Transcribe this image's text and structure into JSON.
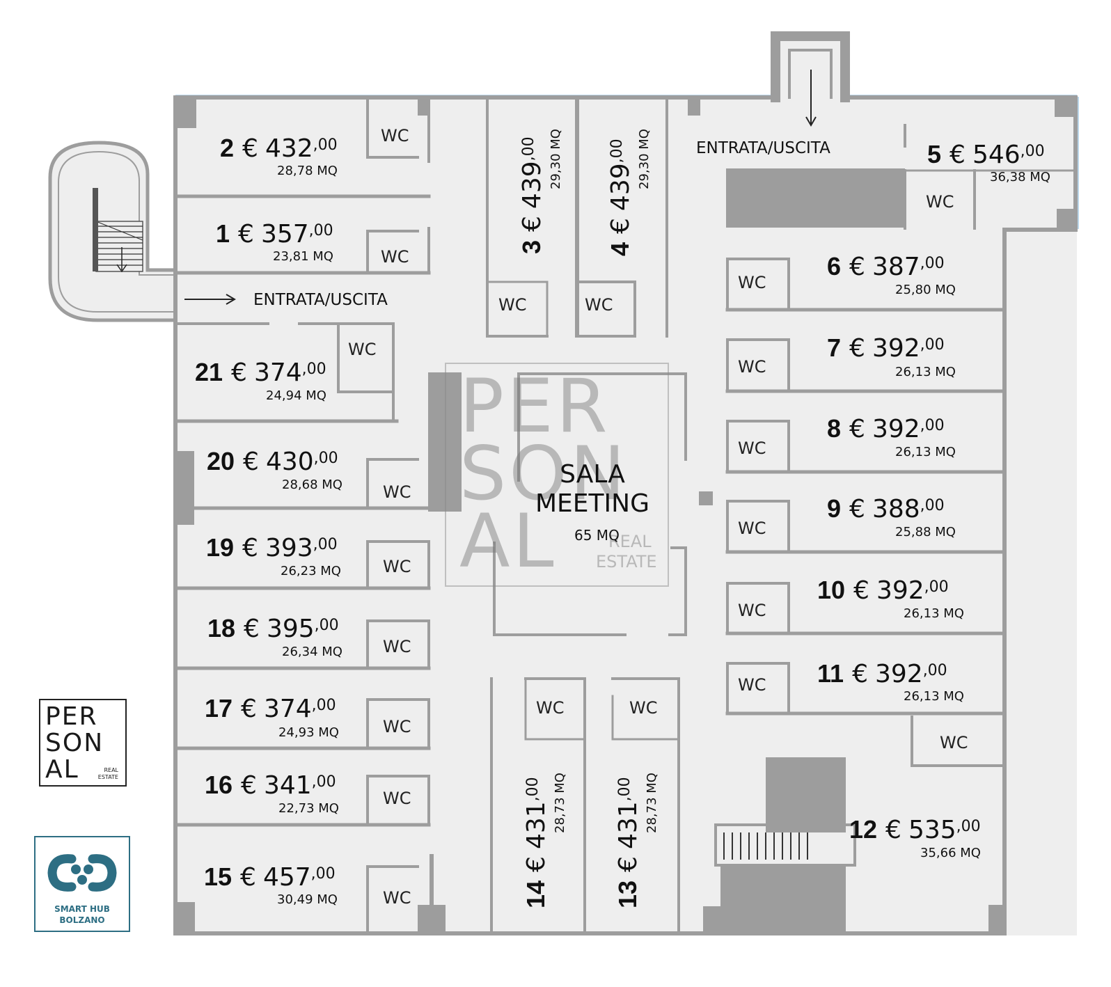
{
  "units": [
    {
      "id": "unit-1",
      "num": "1",
      "price": "357",
      "cents": ",00",
      "area": "23,81 MQ"
    },
    {
      "id": "unit-2",
      "num": "2",
      "price": "432",
      "cents": ",00",
      "area": "28,78 MQ"
    },
    {
      "id": "unit-3",
      "num": "3",
      "price": "439",
      "cents": ",00",
      "area": "29,30 MQ"
    },
    {
      "id": "unit-4",
      "num": "4",
      "price": "439",
      "cents": ",00",
      "area": "29,30 MQ"
    },
    {
      "id": "unit-5",
      "num": "5",
      "price": "546",
      "cents": ",00",
      "area": "36,38 MQ"
    },
    {
      "id": "unit-6",
      "num": "6",
      "price": "387",
      "cents": ",00",
      "area": "25,80 MQ"
    },
    {
      "id": "unit-7",
      "num": "7",
      "price": "392",
      "cents": ",00",
      "area": "26,13 MQ"
    },
    {
      "id": "unit-8",
      "num": "8",
      "price": "392",
      "cents": ",00",
      "area": "26,13 MQ"
    },
    {
      "id": "unit-9",
      "num": "9",
      "price": "388",
      "cents": ",00",
      "area": "25,88 MQ"
    },
    {
      "id": "unit-10",
      "num": "10",
      "price": "392",
      "cents": ",00",
      "area": "26,13 MQ"
    },
    {
      "id": "unit-11",
      "num": "11",
      "price": "392",
      "cents": ",00",
      "area": "26,13 MQ"
    },
    {
      "id": "unit-12",
      "num": "12",
      "price": "535",
      "cents": ",00",
      "area": "35,66 MQ"
    },
    {
      "id": "unit-13",
      "num": "13",
      "price": "431",
      "cents": ",00",
      "area": "28,73 MQ"
    },
    {
      "id": "unit-14",
      "num": "14",
      "price": "431",
      "cents": ",00",
      "area": "28,73 MQ"
    },
    {
      "id": "unit-15",
      "num": "15",
      "price": "457",
      "cents": ",00",
      "area": "30,49 MQ"
    },
    {
      "id": "unit-16",
      "num": "16",
      "price": "341",
      "cents": ",00",
      "area": "22,73 MQ"
    },
    {
      "id": "unit-17",
      "num": "17",
      "price": "374",
      "cents": ",00",
      "area": "24,93 MQ"
    },
    {
      "id": "unit-18",
      "num": "18",
      "price": "395",
      "cents": ",00",
      "area": "26,34 MQ"
    },
    {
      "id": "unit-19",
      "num": "19",
      "price": "393",
      "cents": ",00",
      "area": "26,23 MQ"
    },
    {
      "id": "unit-20",
      "num": "20",
      "price": "430",
      "cents": ",00",
      "area": "28,68 MQ"
    },
    {
      "id": "unit-21",
      "num": "21",
      "price": "374",
      "cents": ",00",
      "area": "24,94 MQ"
    }
  ],
  "labels": {
    "currency": "€",
    "wc": "WC",
    "entrance_left": "ENTRATA/USCITA",
    "entrance_top": "ENTRATA/USCITA",
    "meeting_line1": "SALA",
    "meeting_line2": "MEETING",
    "meeting_area": "65 MQ"
  },
  "watermark": {
    "line1": "PER",
    "line2": "SON",
    "line3": "AL",
    "sub1": "REAL",
    "sub2": "ESTATE"
  },
  "logo_personal": {
    "line1": "PER",
    "line2": "SON",
    "line3": "AL",
    "sub1": "REAL",
    "sub2": "ESTATE"
  },
  "logo_hub": {
    "line1": "SMART HUB",
    "line2": "BOLZANO",
    "color": "#2d6e83"
  },
  "colors": {
    "wall": "#9d9d9d",
    "floor": "#eeeeee",
    "window": "#bcd7ea"
  }
}
